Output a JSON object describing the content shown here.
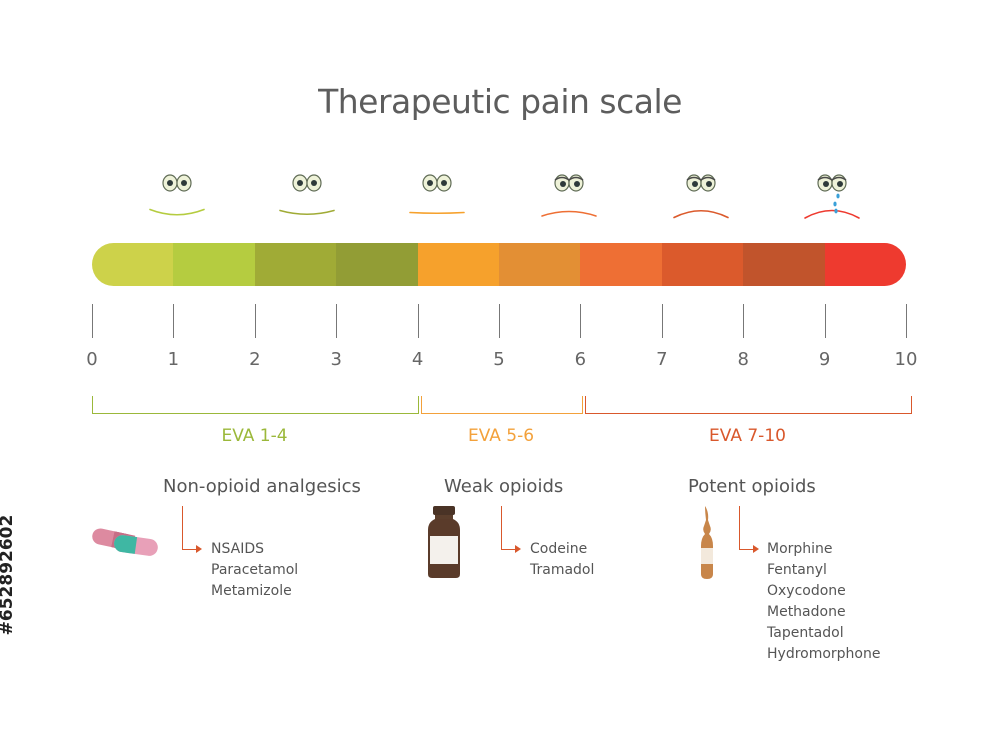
{
  "title": "Therapeutic pain scale",
  "scale": {
    "segment_colors": [
      "#cdd24a",
      "#b5cc40",
      "#a0ab36",
      "#929d35",
      "#f6a12c",
      "#e38f34",
      "#ee6f34",
      "#db5a2c",
      "#c1542c",
      "#ee3a2f"
    ],
    "ticks": [
      "0",
      "1",
      "2",
      "3",
      "4",
      "5",
      "6",
      "7",
      "8",
      "9",
      "10"
    ]
  },
  "faces": [
    {
      "mood": "very-happy",
      "color": "#b5cc40"
    },
    {
      "mood": "happy",
      "color": "#a0ab36"
    },
    {
      "mood": "neutral",
      "color": "#f6a12c"
    },
    {
      "mood": "slightly-sad",
      "color": "#ee6f34"
    },
    {
      "mood": "sad",
      "color": "#db5a2c"
    },
    {
      "mood": "crying",
      "color": "#ee3a2f"
    }
  ],
  "ranges": [
    {
      "label": "EVA 1-4",
      "color": "#9bb83a"
    },
    {
      "label": "EVA 5-6",
      "color": "#f3a13b"
    },
    {
      "label": "EVA 7-10",
      "color": "#d9582c"
    }
  ],
  "groups": [
    {
      "title": "Non-opioid analgesics",
      "icon": "capsule-icon",
      "drugs": [
        "NSAIDS",
        "Paracetamol",
        "Metamizole"
      ]
    },
    {
      "title": "Weak opioids",
      "icon": "medicine-bottle-icon",
      "drugs": [
        "Codeine",
        "Tramadol"
      ]
    },
    {
      "title": "Potent opioids",
      "icon": "ampoule-icon",
      "drugs": [
        "Morphine",
        "Fentanyl",
        "Oxycodone",
        "Methadone",
        "Tapentadol",
        "Hydromorphone"
      ]
    }
  ],
  "stock_id": "#652892602",
  "arrow_color": "#d9582c"
}
